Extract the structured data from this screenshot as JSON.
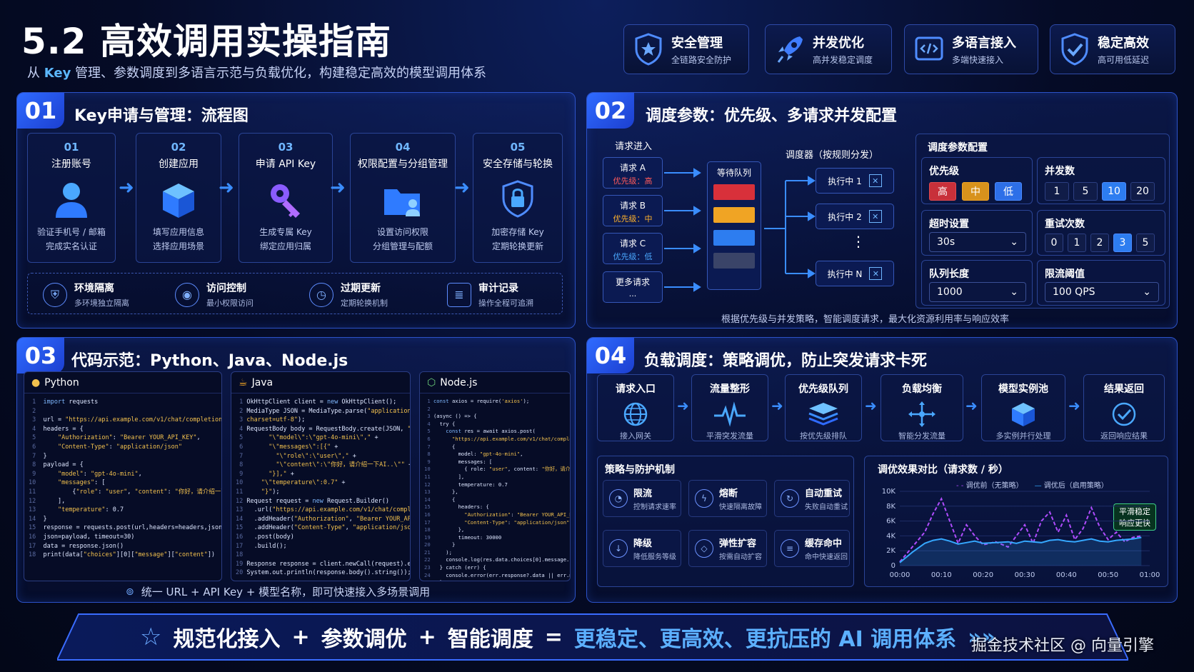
{
  "header": {
    "title": "5.2 高效调用实操指南",
    "subtitle_pre": "从",
    "subtitle_key": "Key",
    "subtitle_rest": "管理、参数调度到多语言示范与负载优化，构建稳定高效的模型调用体系"
  },
  "badges": [
    {
      "title": "安全管理",
      "sub": "全链路安全防护",
      "icon": "shield-star-icon"
    },
    {
      "title": "并发优化",
      "sub": "高并发稳定调度",
      "icon": "rocket-icon"
    },
    {
      "title": "多语言接入",
      "sub": "多端快速接入",
      "icon": "code-icon"
    },
    {
      "title": "稳定高效",
      "sub": "高可用低延迟",
      "icon": "shield-check-icon"
    }
  ],
  "p1": {
    "num": "01",
    "title": "Key申请与管理：流程图",
    "steps": [
      {
        "n": "01",
        "t": "注册账号",
        "d1": "验证手机号 / 邮箱",
        "d2": "完成实名认证",
        "icon": "user-icon"
      },
      {
        "n": "02",
        "t": "创建应用",
        "d1": "填写应用信息",
        "d2": "选择应用场景",
        "icon": "cube-icon"
      },
      {
        "n": "03",
        "t": "申请 API Key",
        "d1": "生成专属 Key",
        "d2": "绑定应用归属",
        "icon": "key-icon"
      },
      {
        "n": "04",
        "t": "权限配置与分组管理",
        "d1": "设置访问权限",
        "d2": "分组管理与配额",
        "icon": "folder-user-icon"
      },
      {
        "n": "05",
        "t": "安全存储与轮换",
        "d1": "加密存储 Key",
        "d2": "定期轮换更新",
        "icon": "lock-shield-icon"
      }
    ],
    "features": [
      {
        "t": "环境隔离",
        "s": "多环境独立隔离"
      },
      {
        "t": "访问控制",
        "s": "最小权限访问"
      },
      {
        "t": "过期更新",
        "s": "定期轮换机制"
      },
      {
        "t": "审计记录",
        "s": "操作全程可追溯"
      }
    ]
  },
  "p2": {
    "num": "02",
    "title": "调度参数：优先级、多请求并发配置",
    "req_label": "请求进入",
    "queue_label": "等待队列",
    "sched_label": "调度器（按规则分发）",
    "requests": [
      {
        "t": "请求 A",
        "p": "优先级：高",
        "c": "#ff5a5a"
      },
      {
        "t": "请求 B",
        "p": "优先级：中",
        "c": "#ffb22c"
      },
      {
        "t": "请求 C",
        "p": "优先级：低",
        "c": "#4aa8ff"
      },
      {
        "t": "更多请求",
        "p": "...",
        "c": "#ffffff"
      }
    ],
    "executors": [
      "执行中 1",
      "执行中 2",
      "执行中 N"
    ],
    "vdots": "⋮",
    "caption": "根据优先级与并发策略，智能调度请求，最大化资源利用率与响应效率",
    "cfg_title": "调度参数配置",
    "priority_label": "优先级",
    "priorities": [
      "高",
      "中",
      "低"
    ],
    "concurrency_label": "并发数",
    "concurrency": [
      "1",
      "5",
      "10",
      "20"
    ],
    "timeout_label": "超时设置",
    "timeout": "30s",
    "retry_label": "重试次数",
    "retries": [
      "0",
      "1",
      "2",
      "3",
      "5"
    ],
    "queue_len_label": "队列长度",
    "queue_len": "1000",
    "rate_label": "限流阈值",
    "rate": "100 QPS"
  },
  "p3": {
    "num": "03",
    "title": "代码示范：Python、Java、Node.js",
    "langs": [
      "Python",
      "Java",
      "Node.js"
    ],
    "footer": "统一 URL + API Key + 模型名称，即可快速接入多场景调用"
  },
  "p4": {
    "num": "04",
    "title": "负载调度：策略调优，防止突发请求卡死",
    "flow": [
      {
        "t": "请求入口",
        "s": "接入网关"
      },
      {
        "t": "流量整形",
        "s": "平滑突发流量"
      },
      {
        "t": "优先级队列",
        "s": "按优先级排队"
      },
      {
        "t": "负载均衡",
        "s": "智能分发流量"
      },
      {
        "t": "模型实例池",
        "s": "多实例并行处理"
      },
      {
        "t": "结果返回",
        "s": "返回响应结果"
      }
    ],
    "strat_title": "策略与防护机制",
    "strategies": [
      {
        "t": "限流",
        "s": "控制请求速率"
      },
      {
        "t": "熔断",
        "s": "快速隔离故障"
      },
      {
        "t": "自动重试",
        "s": "失败自动重试"
      },
      {
        "t": "降级",
        "s": "降低服务等级"
      },
      {
        "t": "弹性扩容",
        "s": "按需自动扩容"
      },
      {
        "t": "缓存命中",
        "s": "命中快速返回"
      }
    ]
  },
  "chart_data": {
    "type": "line",
    "title": "调优效果对比（请求数 / 秒）",
    "x": [
      "00:00",
      "00:10",
      "00:20",
      "00:30",
      "00:40",
      "00:50",
      "01:00"
    ],
    "yticks": [
      "0",
      "2K",
      "4K",
      "6K",
      "8K",
      "10K"
    ],
    "ylim": [
      0,
      10000
    ],
    "series": [
      {
        "name": "调优前（无策略）",
        "color": "#b04cff",
        "dashed": true,
        "points": [
          [
            0,
            500
          ],
          [
            3,
            2500
          ],
          [
            6,
            4500
          ],
          [
            8,
            7000
          ],
          [
            10,
            9000
          ],
          [
            12,
            6000
          ],
          [
            14,
            3000
          ],
          [
            16,
            5500
          ],
          [
            18,
            4000
          ],
          [
            20,
            2800
          ],
          [
            23,
            3200
          ],
          [
            26,
            2500
          ],
          [
            28,
            4000
          ],
          [
            30,
            5500
          ],
          [
            32,
            3000
          ],
          [
            34,
            6000
          ],
          [
            36,
            7200
          ],
          [
            38,
            4500
          ],
          [
            40,
            6800
          ],
          [
            42,
            3500
          ],
          [
            44,
            5000
          ],
          [
            46,
            7800
          ],
          [
            48,
            5200
          ],
          [
            50,
            3500
          ],
          [
            52,
            4500
          ],
          [
            54,
            3200
          ],
          [
            56,
            3800
          ],
          [
            58,
            4000
          ]
        ]
      },
      {
        "name": "调优后（启用策略）",
        "color": "#35a8ff",
        "dashed": false,
        "points": [
          [
            0,
            400
          ],
          [
            3,
            1800
          ],
          [
            6,
            3000
          ],
          [
            8,
            3400
          ],
          [
            10,
            3600
          ],
          [
            12,
            3300
          ],
          [
            14,
            2900
          ],
          [
            16,
            3100
          ],
          [
            18,
            3300
          ],
          [
            20,
            3000
          ],
          [
            23,
            3100
          ],
          [
            26,
            3200
          ],
          [
            28,
            3000
          ],
          [
            30,
            3300
          ],
          [
            32,
            3200
          ],
          [
            34,
            3100
          ],
          [
            36,
            3400
          ],
          [
            38,
            3500
          ],
          [
            40,
            3300
          ],
          [
            42,
            3200
          ],
          [
            44,
            3400
          ],
          [
            46,
            3600
          ],
          [
            48,
            3300
          ],
          [
            50,
            3200
          ],
          [
            52,
            3400
          ],
          [
            54,
            3500
          ],
          [
            56,
            3600
          ],
          [
            58,
            3800
          ]
        ]
      }
    ],
    "annotation": [
      "平滑稳定",
      "响应更快"
    ]
  },
  "bottom": {
    "a": "规范化接入",
    "plus1": "+",
    "b": "参数调优",
    "plus2": "+",
    "c": "智能调度",
    "eq": "=",
    "d": "更稳定、更高效、更抗压的 AI 调用体系",
    "arrows": "»»"
  },
  "watermark": "掘金技术社区 @ 向量引擎"
}
